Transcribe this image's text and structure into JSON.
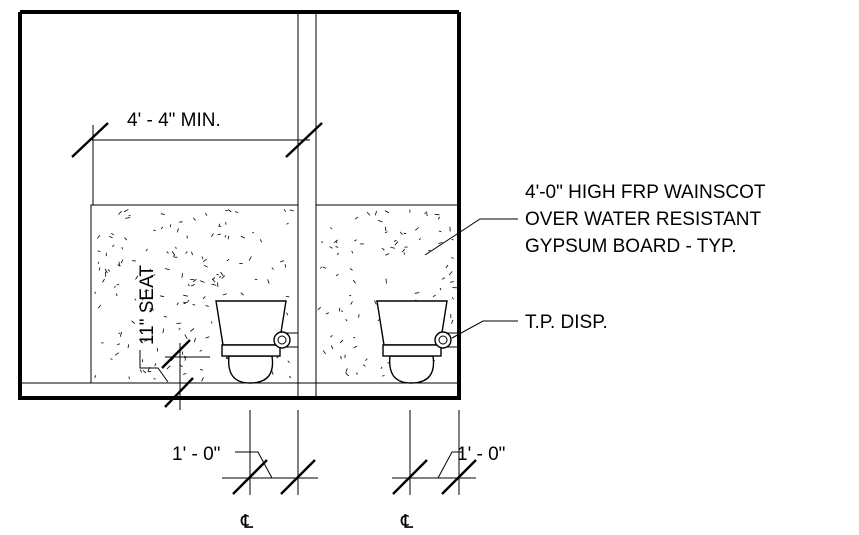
{
  "labels": {
    "clearance": "4' - 4\" MIN.",
    "wainscot_line1": "4'-0\" HIGH FRP WAINSCOT",
    "wainscot_line2": "OVER WATER RESISTANT",
    "wainscot_line3": "GYPSUM BOARD - TYP.",
    "tp_disp": "T.P. DISP.",
    "seat_height": "11\" SEAT",
    "offset_left": "1' - 0\"",
    "offset_right": "1' - 0\"",
    "centerline_left": "℄",
    "centerline_right": "℄"
  }
}
